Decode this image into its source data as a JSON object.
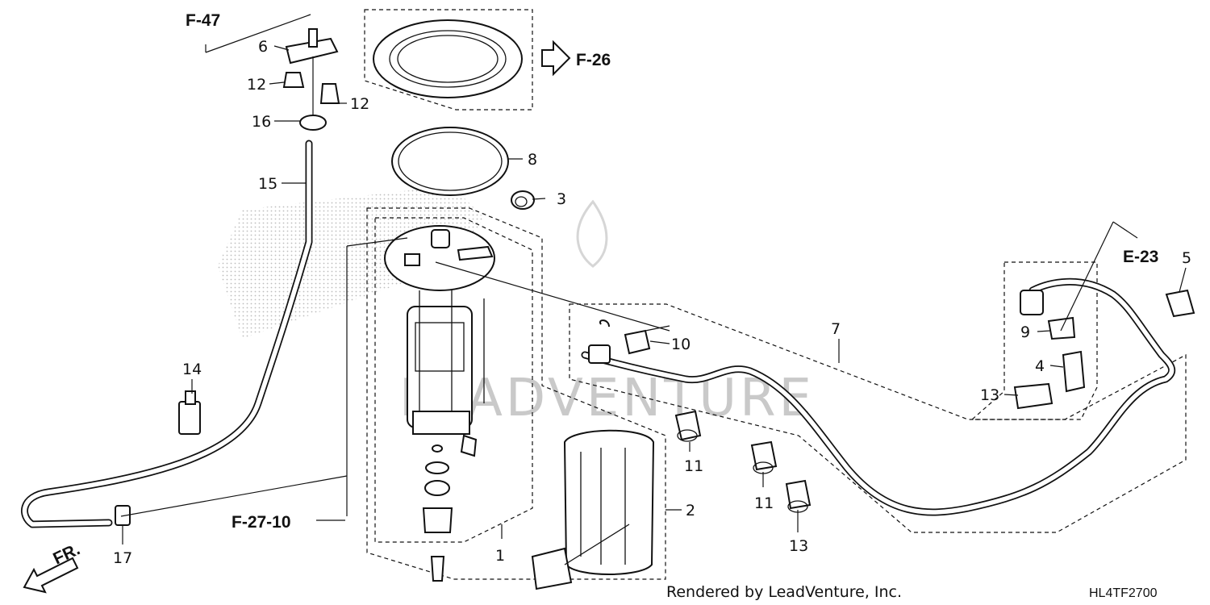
{
  "watermark": {
    "brand": "LEADVENTURE"
  },
  "footer": {
    "rendered_by": "Rendered by LeadVenture, Inc.",
    "diagram_code": "HL4TF2700"
  },
  "references": [
    {
      "id": "f47",
      "text": "F-47"
    },
    {
      "id": "f26",
      "text": "F-26"
    },
    {
      "id": "e23",
      "text": "E-23"
    },
    {
      "id": "f2710",
      "text": "F-27-10"
    },
    {
      "id": "fr",
      "text": "FR."
    }
  ],
  "callouts": [
    {
      "id": "c1",
      "text": "1"
    },
    {
      "id": "c2",
      "text": "2"
    },
    {
      "id": "c3",
      "text": "3"
    },
    {
      "id": "c4",
      "text": "4"
    },
    {
      "id": "c5",
      "text": "5"
    },
    {
      "id": "c6",
      "text": "6"
    },
    {
      "id": "c7",
      "text": "7"
    },
    {
      "id": "c8",
      "text": "8"
    },
    {
      "id": "c9",
      "text": "9"
    },
    {
      "id": "c10",
      "text": "10"
    },
    {
      "id": "c11a",
      "text": "11"
    },
    {
      "id": "c11b",
      "text": "11"
    },
    {
      "id": "c12a",
      "text": "12"
    },
    {
      "id": "c12b",
      "text": "12"
    },
    {
      "id": "c13a",
      "text": "13"
    },
    {
      "id": "c13b",
      "text": "13"
    },
    {
      "id": "c14",
      "text": "14"
    },
    {
      "id": "c15",
      "text": "15"
    },
    {
      "id": "c16",
      "text": "16"
    },
    {
      "id": "c17",
      "text": "17"
    }
  ]
}
